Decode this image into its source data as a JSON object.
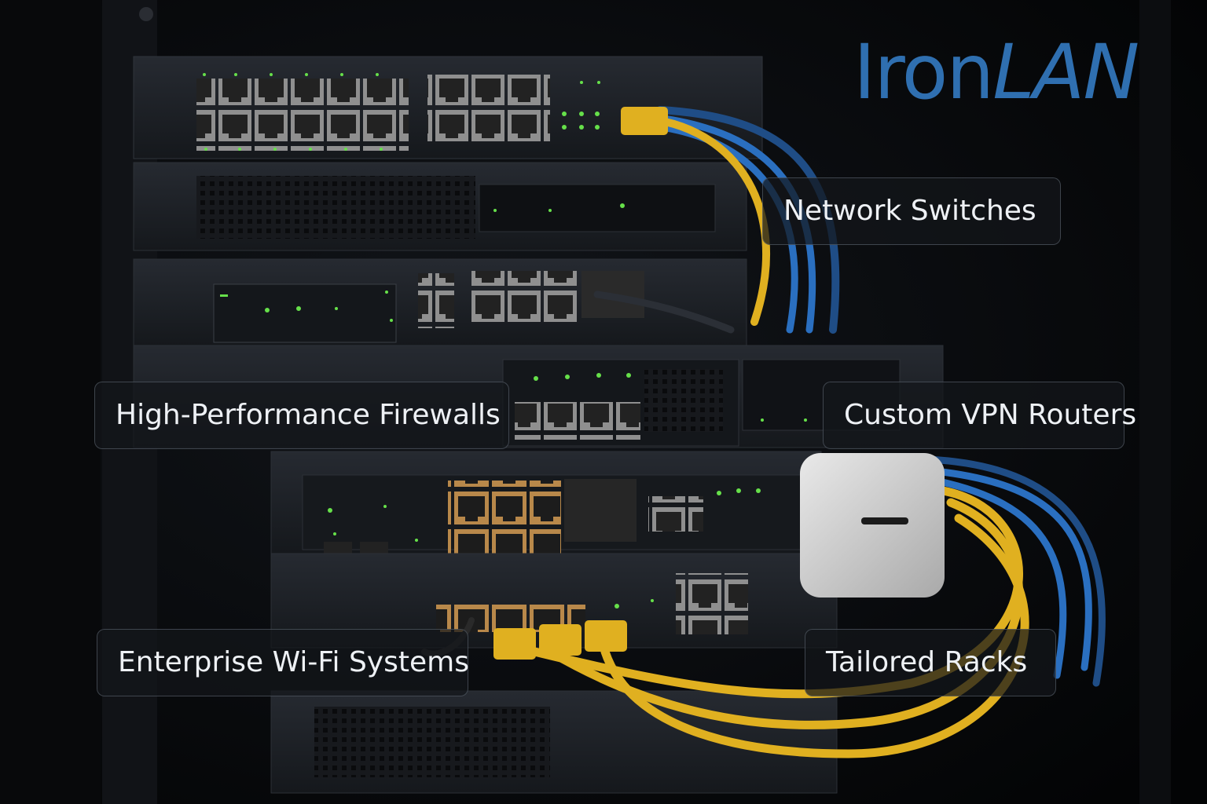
{
  "brand": {
    "part1": "Iron",
    "part2": "LAN",
    "color": "#2f6fb0"
  },
  "labels": [
    {
      "id": "switches",
      "text": "Network Switches"
    },
    {
      "id": "firewalls",
      "text": "High-Performance Firewalls"
    },
    {
      "id": "vpn",
      "text": "Custom VPN Routers"
    },
    {
      "id": "wifi",
      "text": "Enterprise Wi-Fi Systems"
    },
    {
      "id": "racks",
      "text": "Tailored Racks"
    }
  ],
  "colors": {
    "background": "#050608",
    "device": "#1b1e23",
    "cable_blue": "#2a6fc0",
    "cable_yellow": "#e0b020",
    "led_green": "#66e04a",
    "access_point": "#d9d9d9"
  }
}
